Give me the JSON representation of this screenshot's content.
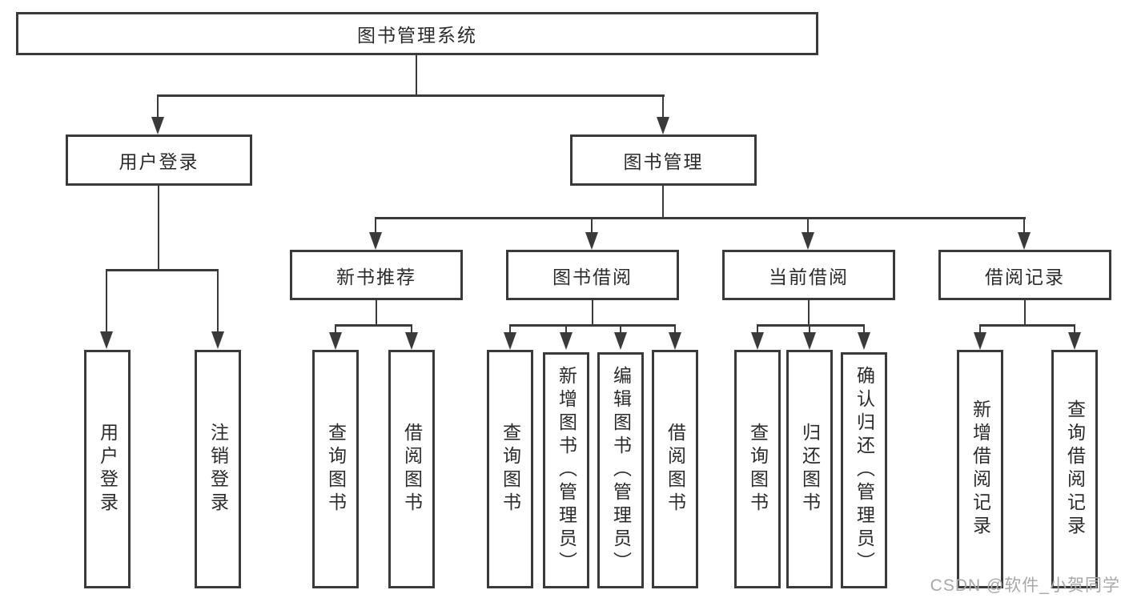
{
  "diagram": {
    "root": {
      "label": "图书管理系统"
    },
    "level1": [
      {
        "label": "用户登录",
        "children": [
          {
            "label": "用户登录"
          },
          {
            "label": "注销登录"
          }
        ]
      },
      {
        "label": "图书管理",
        "children": [
          {
            "label": "新书推荐",
            "children": [
              {
                "label": "查询图书"
              },
              {
                "label": "借阅图书"
              }
            ]
          },
          {
            "label": "图书借阅",
            "children": [
              {
                "label": "查询图书"
              },
              {
                "label": "新增图书（管理员）"
              },
              {
                "label": "编辑图书（管理员）"
              },
              {
                "label": "借阅图书"
              }
            ]
          },
          {
            "label": "当前借阅",
            "children": [
              {
                "label": "查询图书"
              },
              {
                "label": "归还图书"
              },
              {
                "label": "确认归还（管理员）"
              }
            ]
          },
          {
            "label": "借阅记录",
            "children": [
              {
                "label": "新增借阅记录"
              },
              {
                "label": "查询借阅记录"
              }
            ]
          }
        ]
      }
    ]
  },
  "watermark": {
    "text": "CSDN @软件_小贺同学"
  },
  "colors": {
    "line": "#3a3a3a",
    "border": "#3a3a3a",
    "text": "#2b2b2b",
    "watermark": "#a8a8a8",
    "background": "#ffffff"
  }
}
